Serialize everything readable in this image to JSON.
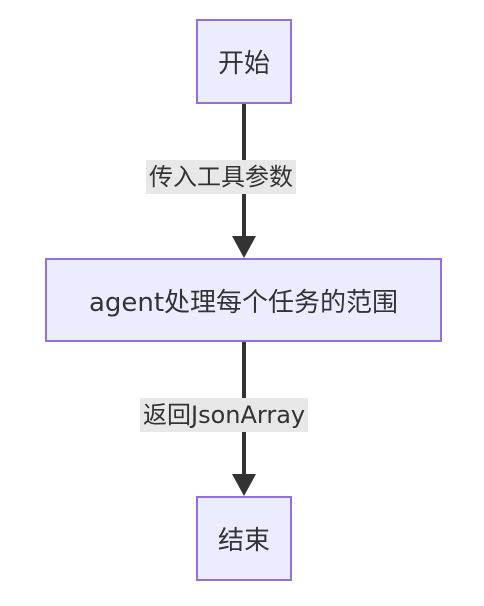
{
  "flowchart": {
    "nodes": {
      "start": "开始",
      "process": "agent处理每个任务的范围",
      "end": "结束"
    },
    "edges": {
      "start_to_process": "传入工具参数",
      "process_to_end": "返回JsonArray"
    }
  },
  "colors": {
    "node_fill": "#ECECFF",
    "node_border": "#9370DB",
    "edge_line": "#333333",
    "label_bg": "#e8e8e8"
  }
}
